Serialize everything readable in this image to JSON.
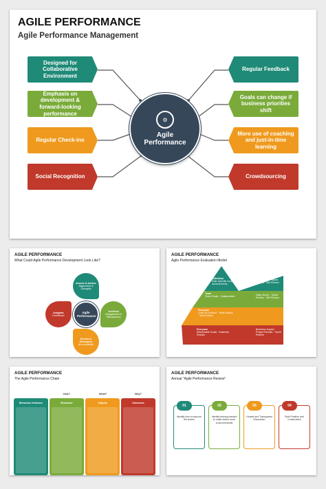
{
  "main": {
    "title": "AGILE PERFORMANCE",
    "subtitle": "Agile Performance Management",
    "center_label": "Agile Performance",
    "left_boxes": [
      {
        "label": "Designed for Collaborative Environment",
        "color": "#1f8a78"
      },
      {
        "label": "Emphasis on development & forward-looking performance",
        "color": "#7aab3a"
      },
      {
        "label": "Regular Check-ins",
        "color": "#ef9a1e"
      },
      {
        "label": "Social Recognition",
        "color": "#c0392b"
      }
    ],
    "right_boxes": [
      {
        "label": "Regular Feedback",
        "color": "#1f8a78"
      },
      {
        "label": "Goals can change if business priorities shift",
        "color": "#7aab3a"
      },
      {
        "label": "More use of coaching and just-in-time learning",
        "color": "#ef9a1e"
      },
      {
        "label": "Crowdsourcing",
        "color": "#c0392b"
      }
    ]
  },
  "thumb1": {
    "title": "AGILE PERFORMANCE",
    "subtitle": "What Could Agile Performance Development Look Like?",
    "center": "Agile Performance",
    "petals": [
      {
        "label": "Assess & Anchor",
        "sub": "Alignments & Strengths",
        "color": "#1f8a78"
      },
      {
        "label": "Architect",
        "sub": "Engagement & Transparency",
        "color": "#7aab3a"
      },
      {
        "label": "Review & Retrospect",
        "sub": "Accountability",
        "color": "#ef9a1e"
      },
      {
        "label": "Integrate",
        "sub": "Excellence",
        "color": "#c0392b"
      }
    ]
  },
  "thumb2": {
    "title": "AGILE PERFORMANCE",
    "subtitle": "Agile Performance Evaluation Model",
    "tiers": [
      {
        "label": "Individual",
        "items": "Role-Specific Goals · Personal Achievements",
        "right": "Daily Scrum · Sprint Review · 360 Review",
        "color": "#1f8a78"
      },
      {
        "label": "Team",
        "items": "Team Goals · Collaboration",
        "right": "Daily Scrum · Sprint Review · 360 Review",
        "color": "#7aab3a"
      },
      {
        "label": "Everyone",
        "items": "Code of Conduct · Team Values · Work Ethics",
        "right": "",
        "color": "#ef9a1e"
      },
      {
        "label": "Everyone",
        "items": "Measurable Goals · Business Results",
        "right": "Business Impact · Project Results · Sprint Review",
        "color": "#c0392b"
      }
    ]
  },
  "thumb3": {
    "title": "AGILE PERFORMANCE",
    "subtitle": "The Agile Performance Chain",
    "questions": [
      "How?",
      "What?",
      "Why?"
    ],
    "columns": [
      {
        "head": "Behaviour Influence",
        "color": "#1f8a78"
      },
      {
        "head": "Behaviour",
        "color": "#7aab3a"
      },
      {
        "head": "Outputs",
        "color": "#ef9a1e"
      },
      {
        "head": "Outcomes",
        "color": "#c0392b"
      }
    ]
  },
  "thumb4": {
    "title": "AGILE PERFORMANCE",
    "subtitle": "Annual “Agile Performance Review”",
    "steps": [
      {
        "num": "01",
        "text": "Identify how to improve the teams",
        "color": "#1f8a78"
      },
      {
        "num": "02",
        "text": "Identify training needed to make teams more cross-functional",
        "color": "#7aab3a"
      },
      {
        "num": "03",
        "text": "Honest and Transparent Discussion",
        "color": "#ef9a1e"
      },
      {
        "num": "04",
        "text": "Both Positive and Constructive",
        "color": "#c0392b"
      }
    ]
  }
}
